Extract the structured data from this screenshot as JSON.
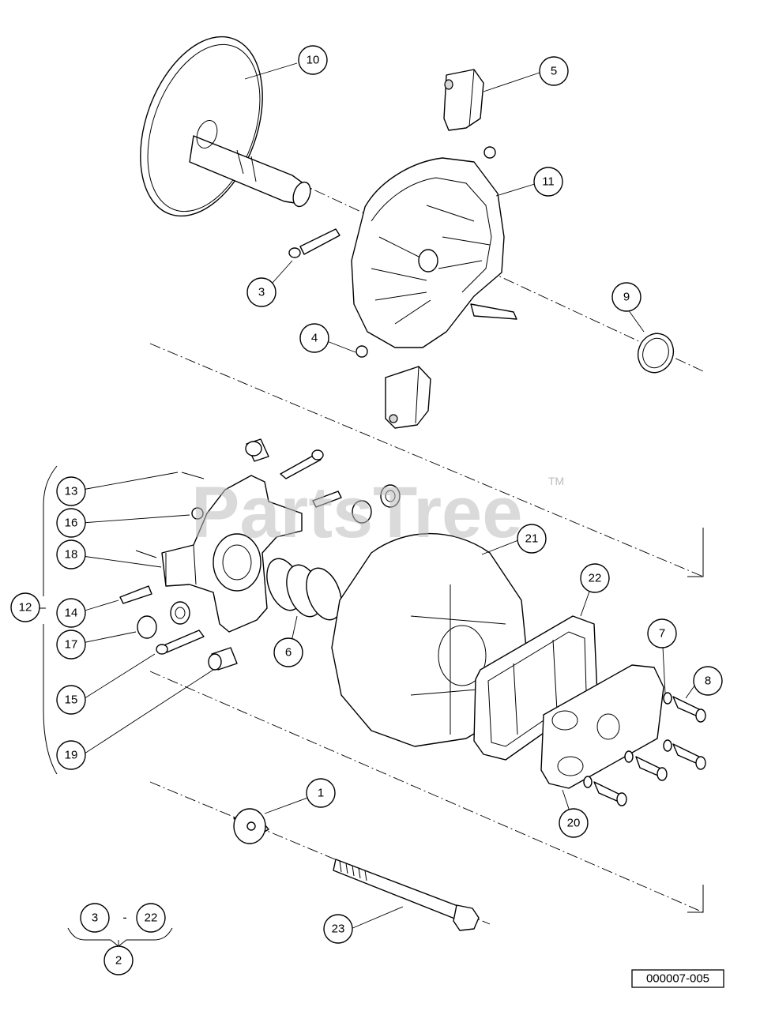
{
  "watermark": {
    "text": "PartsTree",
    "tm": "TM"
  },
  "diagram_ref": "000007-005",
  "range_note": {
    "from": "3",
    "separator": "-",
    "to": "22",
    "kit": "2"
  },
  "callouts": [
    "1",
    "3",
    "4",
    "5",
    "6",
    "7",
    "8",
    "9",
    "10",
    "11",
    "12",
    "13",
    "14",
    "15",
    "16",
    "17",
    "18",
    "19",
    "20",
    "21",
    "22",
    "23"
  ]
}
